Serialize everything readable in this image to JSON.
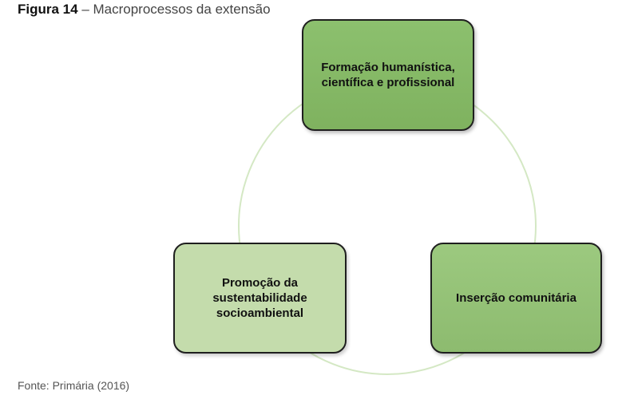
{
  "caption": {
    "label": "Figura 14",
    "separator": " – ",
    "title": "Macroprocessos da extensão"
  },
  "diagram": {
    "nodes": [
      {
        "id": "top",
        "lines": [
          "Formação humanística,",
          "científica e profissional"
        ]
      },
      {
        "id": "right",
        "lines": [
          "Inserção comunitária"
        ]
      },
      {
        "id": "left",
        "lines": [
          "Promoção da",
          "sustentabilidade",
          "socioambiental"
        ]
      }
    ],
    "colors": {
      "node_dark_green": "#8cc06e",
      "node_medium_green": "#9cc97f",
      "node_light_green": "#c4dcac",
      "connector_arc": "#d4e8c4",
      "border": "#1f1f1f"
    }
  },
  "source": "Fonte: Primária (2016)"
}
